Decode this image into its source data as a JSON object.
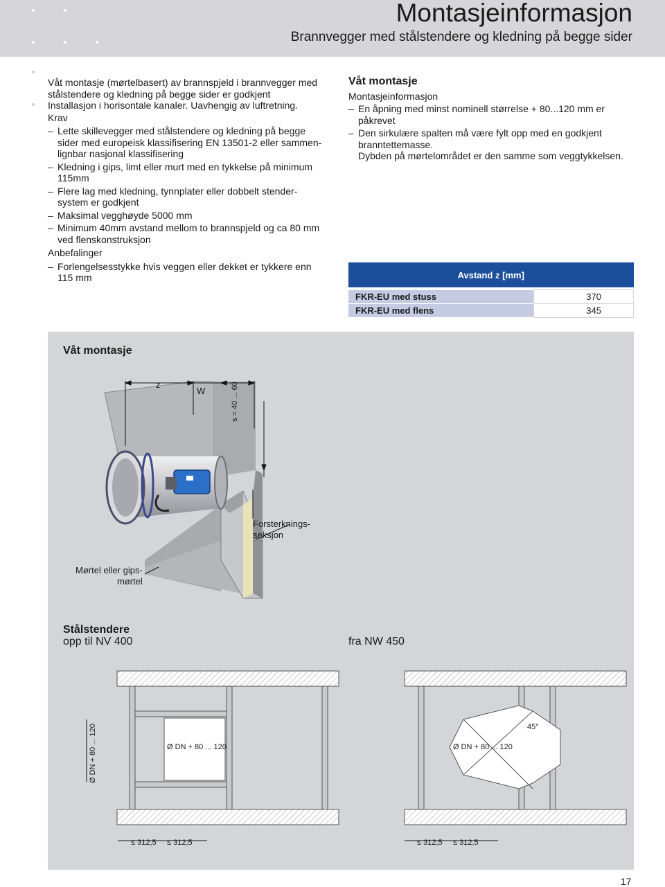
{
  "header": {
    "title": "Montasjeinformasjon",
    "subtitle": "Brannvegger med stålstendere og kledning på begge sider"
  },
  "left": {
    "intro": [
      "Våt montasje (mørtelbasert) av brannspjeld i brannvegger med",
      "stålstendere og kledning på begge sider er godkjent",
      "Installasjon i horisontale kanaler. Uavhengig av luftretning."
    ],
    "krav_heading": "Krav",
    "krav_items": [
      [
        "Lette skillevegger med stålstendere og kledning på begge",
        "sider med europeisk klassifisering EN 13501-2 eller sammen-",
        "lignbar nasjonal klassifisering"
      ],
      [
        "Kledning i gips, limt eller murt med en tykkelse på minimum",
        "115mm"
      ],
      [
        "Flere lag med kledning, tynnplater eller dobbelt stender-",
        "system er godkjent"
      ],
      [
        "Maksimal vegghøyde 5000 mm"
      ],
      [
        "Minimum 40mm avstand mellom to brannspjeld og ca 80 mm",
        "ved flenskonstruksjon"
      ]
    ],
    "anbef_heading": "Anbefalinger",
    "anbef_items": [
      [
        "Forlengelsesstykke hvis veggen eller dekket er tykkere enn",
        "115 mm"
      ]
    ]
  },
  "right": {
    "heading": "Våt montasje",
    "subheading": "Montasjeinformasjon",
    "items": [
      [
        "En åpning med minst nominell størrelse + 80...120 mm er",
        "påkrevet"
      ],
      [
        "Den sirkulære spalten må være fylt opp med en godkjent",
        "branntettemasse."
      ]
    ],
    "note": "Dybden på mørtelområdet er den samme som veggtykkelsen."
  },
  "table": {
    "header": "Avstand z [mm]",
    "rows": [
      {
        "label": "FKR-EU med stuss",
        "value": "370"
      },
      {
        "label": "FKR-EU med flens",
        "value": "345"
      }
    ]
  },
  "panel": {
    "title": "Våt montasje",
    "dim_z": "z",
    "dim_w": "W",
    "dim_s": "s = 40 ... 60",
    "label_forst": [
      "Forsterknings-",
      "seksjon"
    ],
    "label_mortel": [
      "Mørtel eller gips-",
      "mørtel"
    ],
    "staal_title": "Stålstendere",
    "staal_left": "opp til NV 400",
    "staal_right": "fra NW 450",
    "dn_vertical": "Ø DN + 80 ... 120",
    "dn_left": "Ø DN + 80 ... 120",
    "dn_right": "Ø DN + 80 ... 120",
    "angle": "45°",
    "dims_left": [
      "≤ 312,5",
      "≤ 312,5"
    ],
    "dims_right": [
      "≤ 312,5",
      "≤ 312,5"
    ]
  },
  "page_number": "17",
  "colors": {
    "header_bg": "#d6d6d8",
    "table_header": "#1b4f9c",
    "table_label_bg": "#c5cbe2",
    "panel_bg": "#d4d5d8",
    "actuator_blue": "#2a6fc8"
  }
}
